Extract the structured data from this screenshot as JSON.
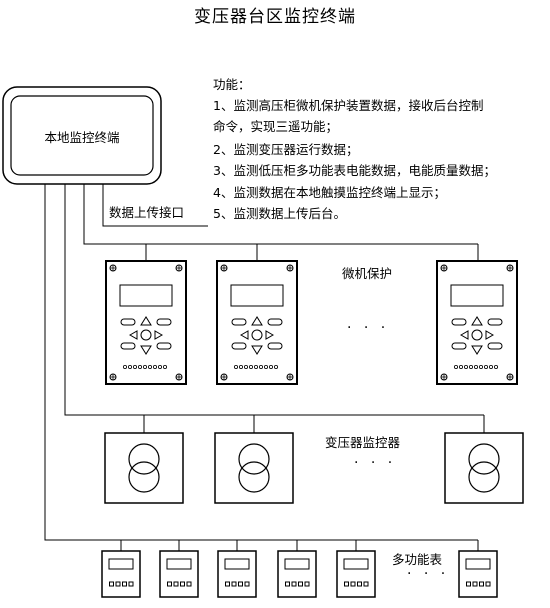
{
  "title": "变压器台区监控终端",
  "terminal": {
    "label": "本地监控终端"
  },
  "upload_port": {
    "label": "数据上传接口"
  },
  "functions": {
    "heading": "功能：",
    "lines": [
      "1、监测高压柜微机保护装置数据，接收后台控制",
      "命令，实现三遥功能；",
      "2、监测变压器运行数据；",
      "3、监测低压柜多功能表电能数据，电能质量数据；",
      "4、监测数据在本地触摸监控终端上显示；",
      "5、监测数据上传后台。"
    ]
  },
  "groups": {
    "protection": {
      "label": "微机保护",
      "ellipsis": "· · ·"
    },
    "transformer": {
      "label": "变压器监控器",
      "ellipsis": "· · ·"
    },
    "meter": {
      "label": "多功能表",
      "ellipsis": "· · ·"
    }
  }
}
